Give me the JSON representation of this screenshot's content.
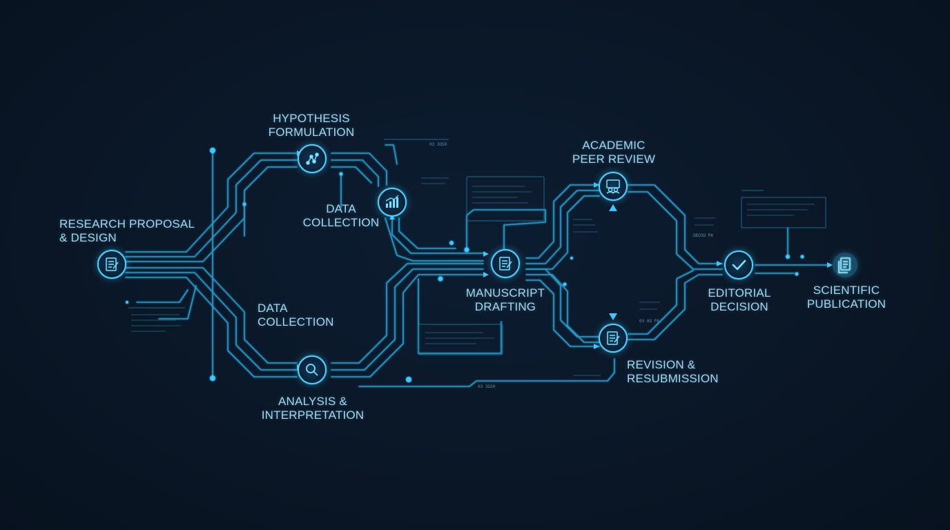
{
  "colors": {
    "background": "#0a1625",
    "line": "#2aa7d8",
    "glow": "#3cc8ff",
    "node_fill": "#0c2a40",
    "label": "#a9d6ea"
  },
  "nodes": {
    "research": {
      "line1": "RESEARCH PROPOSAL",
      "line2": "& DESIGN",
      "icon": "document-edit-icon"
    },
    "hypothesis": {
      "line1": "HYPOTHESIS",
      "line2": "FORMULATION",
      "icon": "graph-nodes-icon"
    },
    "data_top": {
      "line1": "DATA",
      "line2": "COLLECTION",
      "icon": "bar-chart-icon"
    },
    "data_bottom": {
      "line1": "DATA",
      "line2": "COLLECTION"
    },
    "analysis": {
      "line1": "ANALYSIS &",
      "line2": "INTERPRETATION",
      "icon": "magnifier-icon"
    },
    "manuscript": {
      "line1": "MANUSCRIPT",
      "line2": "DRAFTING",
      "icon": "document-edit-icon"
    },
    "peer_review": {
      "line1": "ACADEMIC",
      "line2": "PEER REVIEW",
      "icon": "reviewers-icon"
    },
    "revision": {
      "line1": "REVISION &",
      "line2": "RESUBMISSION",
      "icon": "document-edit-icon"
    },
    "editorial": {
      "line1": "EDITORIAL",
      "line2": "DECISION",
      "icon": "checkmark-icon"
    },
    "publication": {
      "line1": "SCIENTIFIC",
      "line2": "PUBLICATION",
      "icon": "documents-icon"
    }
  },
  "readouts": {
    "top": "03 3Ω50",
    "bottom": "03 3Ω30",
    "right": "ΩΕΩ3Ω PA",
    "revision": "03 0Ω PA"
  }
}
